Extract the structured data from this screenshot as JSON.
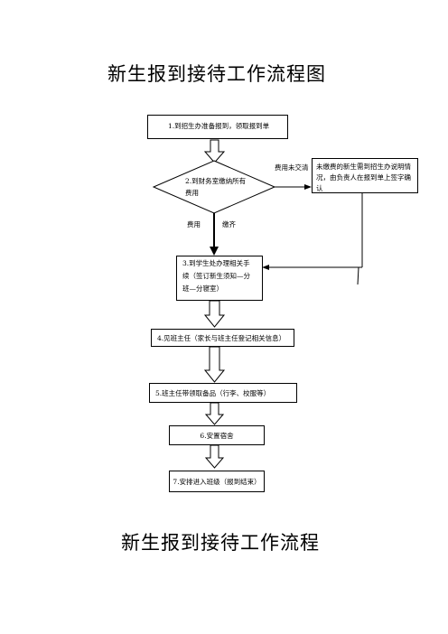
{
  "title_top": "新生报到接待工作流程图",
  "title_bottom": "新生报到接待工作流程",
  "steps": {
    "s1": "1.到招生办准备报到，领取报到单",
    "s2": "2.到财务室缴纳所有费用",
    "s3": "3.到学生处办理相关手续（签订新生须知—分班—分寝室）",
    "s4": "4.见班主任（家长与班主任登记相关信息）",
    "s5": "5.班主任带领取备品（行李、校服等）",
    "s6": "6.安置宿舍",
    "s7": "7.安排进入班级（报到结束）"
  },
  "side_note": "未缴费的新生需到招生办说明情况，由负责人在报到单上签字确认",
  "labels": {
    "unpaid": "费用未交清",
    "fee": "费用",
    "paid": "缴齐"
  }
}
